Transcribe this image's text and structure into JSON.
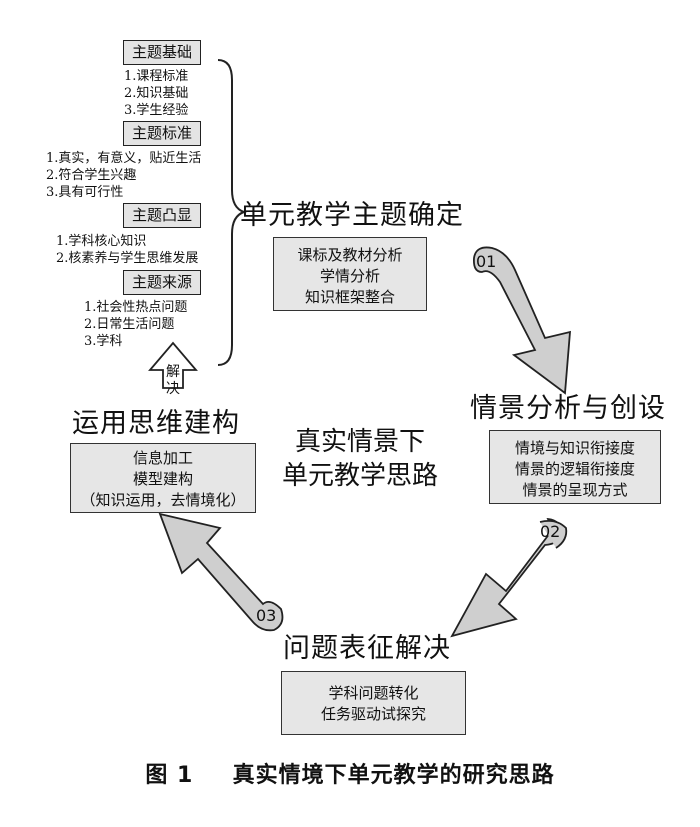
{
  "left_panel": {
    "groups": [
      {
        "title": "主题基础",
        "items": [
          "1.课程标准",
          "2.知识基础",
          "3.学生经验"
        ]
      },
      {
        "title": "主题标准",
        "items": [
          "1.真实，有意义，贴近生活",
          "2.符合学生兴趣",
          "3.具有可行性"
        ]
      },
      {
        "title": "主题凸显",
        "items": [
          "1.学科核心知识",
          "2.核素养与学生思维发展"
        ]
      },
      {
        "title": "主题来源",
        "items": [
          "1.社会性热点问题",
          "2.日常生活问题",
          "3.学科"
        ]
      }
    ],
    "up_arrow_label": "解决"
  },
  "stages": {
    "top": {
      "title": "单元教学主题确定",
      "lines": [
        "课标及教材分析",
        "学情分析",
        "知识框架整合"
      ]
    },
    "right": {
      "title": "情景分析与创设",
      "lines": [
        "情境与知识衔接度",
        "情景的逻辑衔接度",
        "情景的呈现方式"
      ]
    },
    "bottom": {
      "title": "问题表征解决",
      "lines": [
        "学科问题转化",
        "任务驱动试探究"
      ]
    },
    "left": {
      "title": "运用思维建构",
      "lines": [
        "信息加工",
        "模型建构",
        "（知识运用，去情境化）"
      ]
    }
  },
  "center_text": [
    "真实情景下",
    "单元教学思路"
  ],
  "arrow_numbers": [
    "01",
    "02",
    "03"
  ],
  "caption": {
    "fig": "图 1",
    "title": "真实情境下单元教学的研究思路"
  }
}
